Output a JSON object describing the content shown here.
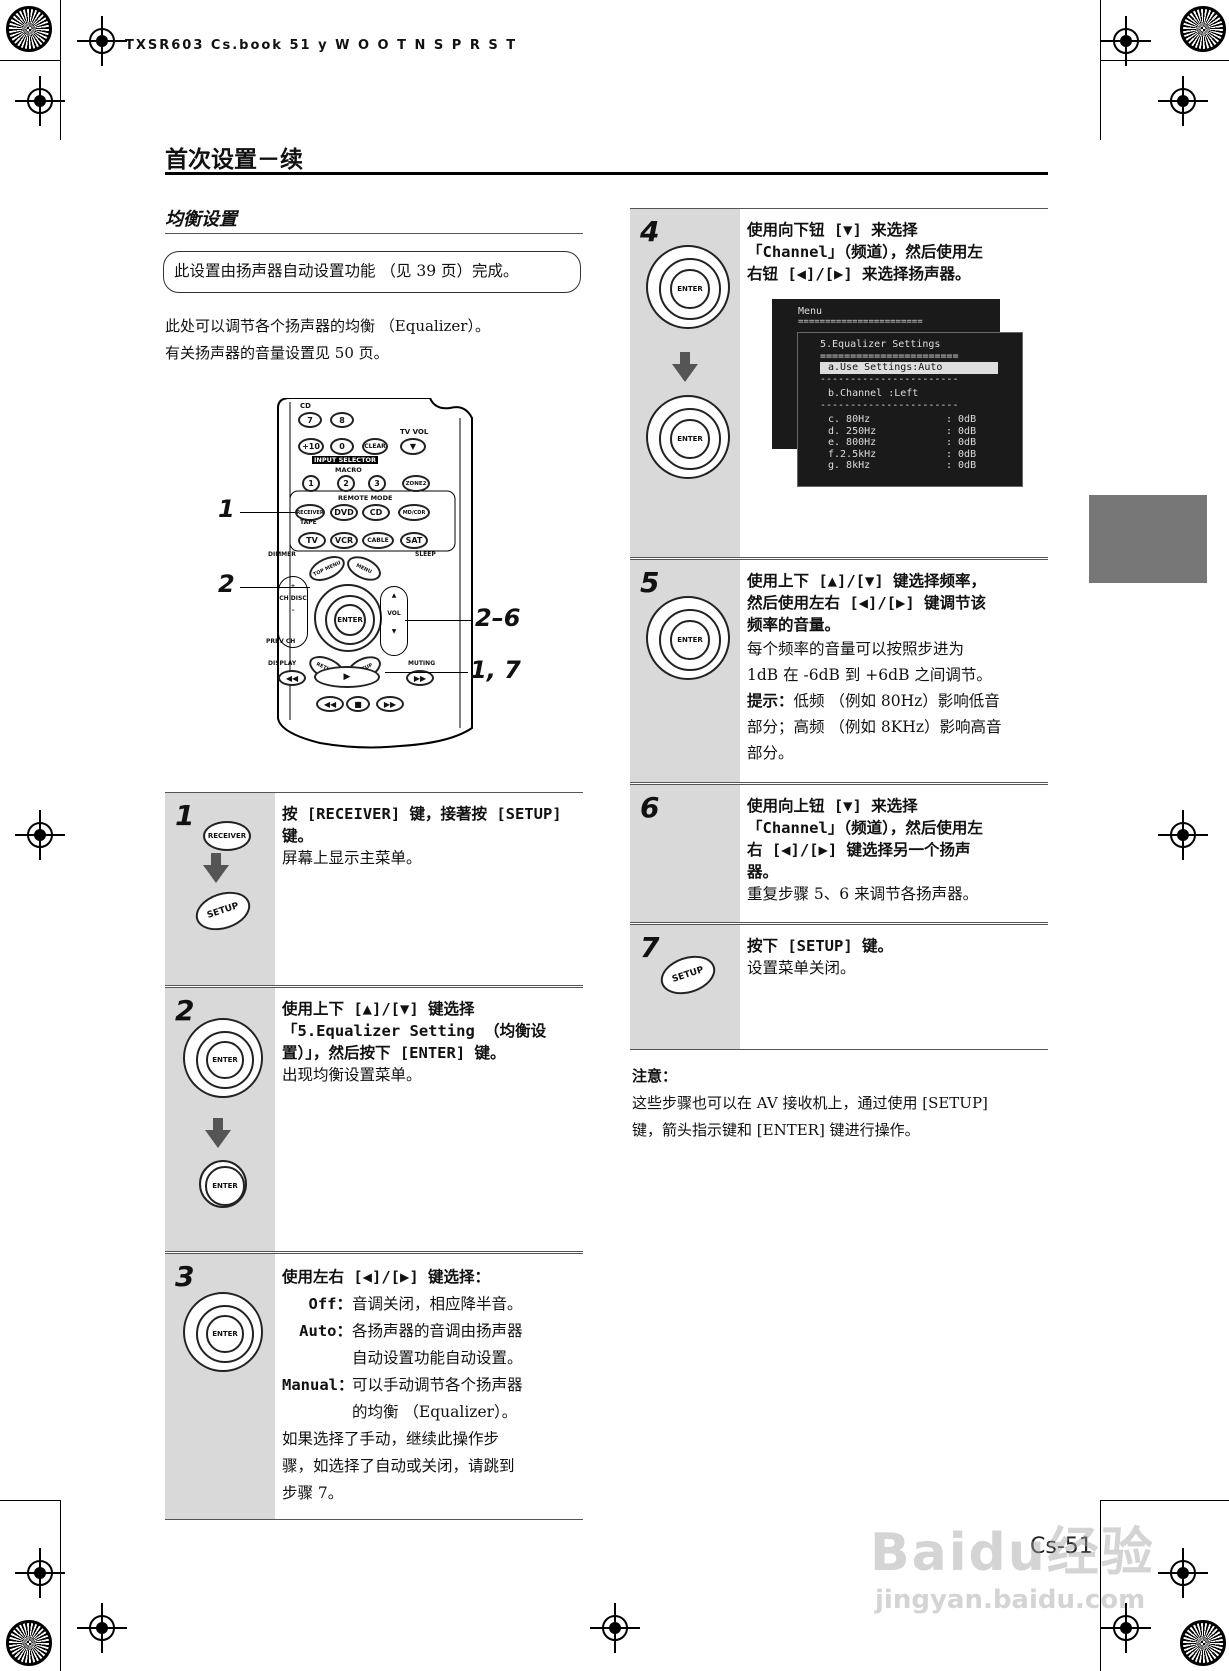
{
  "header": {
    "book_line": "TXSR603 Cs.book 51 y W    O O T N S P         R S T"
  },
  "page": {
    "title": "首次设置－续",
    "section": "均衡设置",
    "page_label": "Cs-51"
  },
  "intro": {
    "boxed_note": "此设置由扬声器自动设置功能 （见 39 页）完成。",
    "line1": "此处可以调节各个扬声器的均衡 （Equalizer）。",
    "line2": "有关扬声器的音量设置见 50 页。"
  },
  "remote": {
    "callouts": [
      "1",
      "2",
      "2–6",
      "1, 7"
    ],
    "buttons": {
      "receiver": "RECEIVER",
      "tape": "TAPE",
      "dvd": "DVD",
      "cd": "CD",
      "mdcdr": "MD/CDR",
      "tv": "TV",
      "vcr": "VCR",
      "cable": "CABLE",
      "sat": "SAT",
      "top_menu": "TOP MENU",
      "menu": "MENU",
      "enter": "ENTER",
      "return": "RETURN",
      "setup": "SETUP",
      "vol": "VOL",
      "ch_disc": "CH DISC",
      "clear": "CLEAR",
      "zone2": "ZONE2",
      "dimmer": "DIMMER",
      "sleep": "SLEEP",
      "display": "DISPLAY",
      "muting": "MUTING",
      "prev_ch": "PREV CH",
      "tv_vol": "TV VOL",
      "macro": "MACRO",
      "remote_mode": "REMOTE MODE",
      "input_selector": "INPUT SELECTOR",
      "num7": "7",
      "num8": "8",
      "plus10": "+10",
      "num0": "0",
      "m1": "1",
      "m2": "2",
      "m3": "3"
    }
  },
  "steps_left": [
    {
      "num": "1",
      "l1": "按 [RECEIVER] 键，接著按 [SETUP]",
      "l2": "键。",
      "l3": "屏幕上显示主菜单。",
      "btn1": "RECEIVER",
      "btn2": "SETUP"
    },
    {
      "num": "2",
      "l1": "使用上下 [▲]/[▼] 键选择",
      "l2": "「5.Equalizer Setting （均衡设",
      "l3": "置）」，然后按下 [ENTER] 键。",
      "l4": "出现均衡设置菜单。",
      "btn1": "ENTER",
      "btn2": "ENTER"
    },
    {
      "num": "3",
      "l1": "使用左右 [◀]/[▶] 键选择：",
      "opts": [
        {
          "k": "Off：",
          "v1": "音调关闭，相应降半音。",
          "v2": ""
        },
        {
          "k": "Auto：",
          "v1": "各扬声器的音调由扬声器",
          "v2": "自动设置功能自动设置。"
        },
        {
          "k": "Manual：",
          "v1": "可以手动调节各个扬声器",
          "v2": "的均衡 （Equalizer）。"
        }
      ],
      "t1": "如果选择了手动，继续此操作步",
      "t2": "骤，如选择了自动或关闭，请跳到",
      "t3": "步骤 7。",
      "btn1": "ENTER"
    }
  ],
  "steps_right": [
    {
      "num": "4",
      "l1": "使用向下钮 [▼] 来选择",
      "l2": "「Channel」（频道），然后使用左",
      "l3": "右钮 [◀]/[▶] 来选择扬声器。",
      "btn1": "ENTER",
      "btn2": "ENTER"
    },
    {
      "num": "5",
      "l1": "使用上下 [▲]/[▼] 键选择频率，",
      "l2": "然后使用左右 [◀]/[▶] 键调节该",
      "l3": "频率的音量。",
      "n1": "每个频率的音量可以按照步进为",
      "n2": "1dB 在 -6dB 到 +6dB 之间调节。",
      "h1": "提示：",
      "h1b": "低频 （例如 80Hz）影响低音",
      "h2": "部分；高频 （例如 8KHz）影响高音",
      "h3": "部分。",
      "btn1": "ENTER"
    },
    {
      "num": "6",
      "l1": "使用向上钮 [▼] 来选择",
      "l2": "「Channel」（频道），然后使用左",
      "l3": "右 [◀]/[▶] 键选择另一个扬声",
      "l4": "器。",
      "n1": "重复步骤 5、6 来调节各扬声器。"
    },
    {
      "num": "7",
      "l1": "按下 [SETUP] 键。",
      "l2": "设置菜单关闭。",
      "btn1": "SETUP"
    }
  ],
  "osd": {
    "back_title": "Menu",
    "sep": "=======================",
    "title": "5.Equalizer Settings",
    "row_a": "a.Use Settings:Auto",
    "row_b": "b.Channel  :Left",
    "dash": "-----------------------",
    "rows": [
      {
        "f": "c.    80Hz",
        "v": ":  0dB"
      },
      {
        "f": "d.  250Hz",
        "v": ":  0dB"
      },
      {
        "f": "e.  800Hz",
        "v": ":  0dB"
      },
      {
        "f": "f.2.5kHz",
        "v": ":  0dB"
      },
      {
        "f": "g.    8kHz",
        "v": ":  0dB"
      }
    ]
  },
  "note": {
    "title": "注意：",
    "l1": "这些步骤也可以在 AV 接收机上，通过使用 [SETUP]",
    "l2": "键，箭头指示键和 [ENTER] 键进行操作。"
  },
  "watermark": {
    "brand": "Baidu经验",
    "url": "jingyan.baidu.com"
  }
}
